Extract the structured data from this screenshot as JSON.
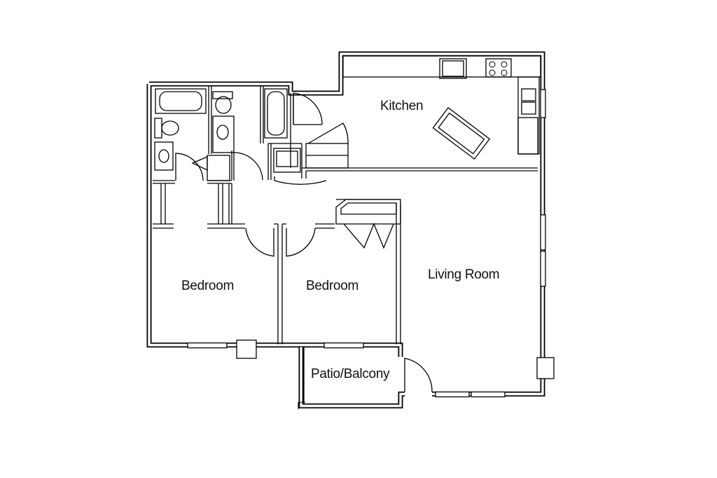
{
  "rooms": {
    "kitchen": "Kitchen",
    "bedroom_left": "Bedroom",
    "bedroom_right": "Bedroom",
    "living_room": "Living Room",
    "patio": "Patio/Balcony"
  }
}
